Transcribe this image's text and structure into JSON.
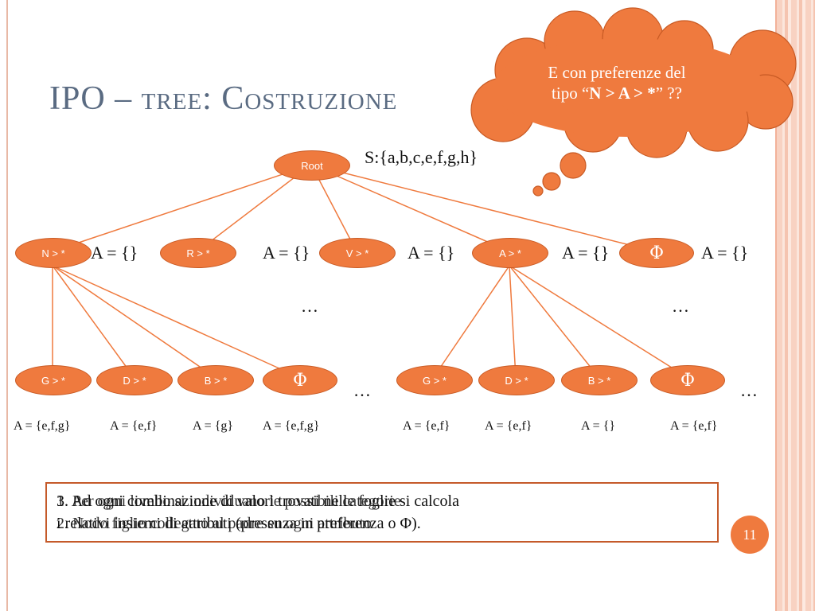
{
  "title": "IPO – tree: Costruzione",
  "cloud": {
    "line1": "E con preferenze del",
    "line2_prefix": "tipo “",
    "line2_bold": "N > A > *",
    "line2_suffix": "” ??"
  },
  "set_label": "S:{a,b,c,e,f,g,h}",
  "root": "Root",
  "level1": {
    "nodes": [
      "N > *",
      "R > *",
      "V > *",
      "A > *",
      "Φ"
    ],
    "labels": [
      "A = {}",
      "A = {}",
      "A = {}",
      "A = {}",
      "A = {}"
    ],
    "ellipses": [
      "…",
      "…"
    ]
  },
  "level2": {
    "nodes": [
      "G > *",
      "D > *",
      "B > *",
      "Φ",
      "G > *",
      "D > *",
      "B > *",
      "Φ"
    ],
    "labels": [
      "A = {e,f,g}",
      "A = {e,f}",
      "A = {g}",
      "A = {e,f,g}",
      "A = {e,f}",
      "A = {e,f}",
      "A = {}",
      "A = {e,f}"
    ],
    "ellipses": [
      "…",
      "…"
    ]
  },
  "note": {
    "line1": "3. Ad ogni combinazione di valori trovati nelle foglie si calcola",
    "line2": "i relativi insiemi di attributi (presenza in preferenza o Φ).",
    "overlay1": "1. Per ogni livello si individuano le possibili categorie",
    "overlay2": "2. Nodo figlio collegato al padre su ogni attributo"
  },
  "page_number": "11",
  "colors": {
    "node_fill": "#ef7a3e",
    "edge": "#ef7a3e",
    "title": "#5a6b82",
    "note_border": "#c55a2a"
  }
}
